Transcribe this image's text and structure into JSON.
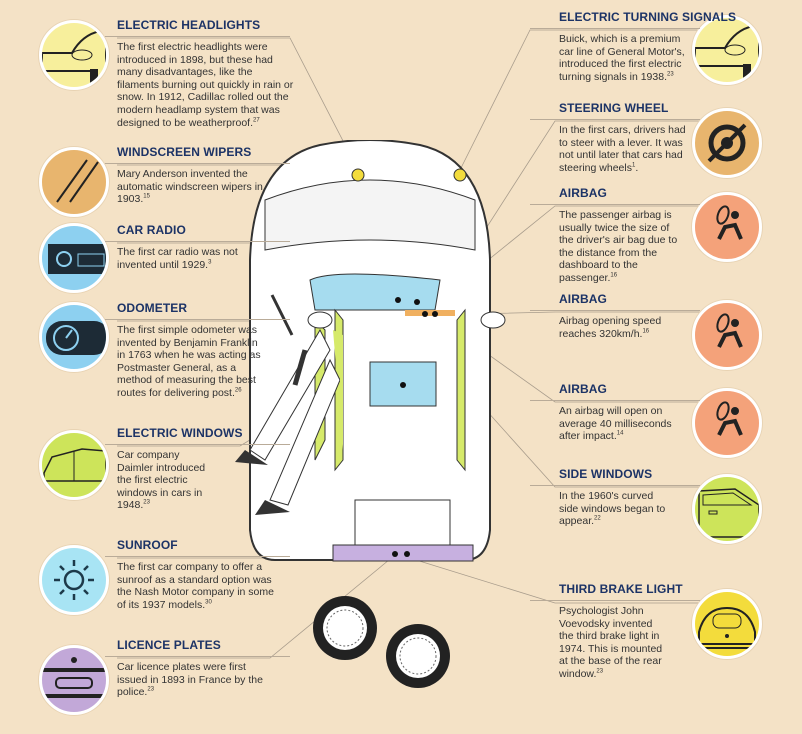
{
  "left": [
    {
      "title": "ELECTRIC HEADLIGHTS",
      "text": "The first electric headlights were introduced in 1898, but these had many disadvantages, like the filaments burning out quickly in rain or snow. In 1912, Cadillac rolled out the modern headlamp system that was designed to be weatherproof.",
      "note": "27",
      "color": "#f7ef9c",
      "icon": "car-front-icon"
    },
    {
      "title": "WINDSCREEN WIPERS",
      "text": "Mary Anderson invented the automatic windscreen wipers in 1903.",
      "note": "15",
      "color": "#e8b56e",
      "icon": "wipers-icon"
    },
    {
      "title": "CAR RADIO",
      "text": "The first car radio was not invented until 1929.",
      "note": "3",
      "color": "#8dd0f0",
      "icon": "radio-icon"
    },
    {
      "title": "ODOMETER",
      "text": "The first simple odometer was invented by Benjamin Franklin in 1763 when he was acting as Postmaster General, as a method of measuring the best routes for delivering post.",
      "note": "26",
      "color": "#8dd0f0",
      "icon": "speedometer-icon"
    },
    {
      "title": "ELECTRIC WINDOWS",
      "text": "Car company Daimler introduced the first electric windows in cars in 1948.",
      "note": "23",
      "color": "#cde45a",
      "icon": "car-door-icon"
    },
    {
      "title": "SUNROOF",
      "text": "The first car company to offer a sunroof as a standard option was the Nash Motor company in some of its 1937 models.",
      "note": "30",
      "color": "#a8e4f4",
      "icon": "sun-icon"
    },
    {
      "title": "LICENCE PLATES",
      "text": "Car licence plates were first issued in 1893 in France by the police.",
      "note": "23",
      "color": "#c2a8d8",
      "icon": "licence-plate-icon"
    }
  ],
  "right": [
    {
      "title": "ELECTRIC TURNING SIGNALS",
      "text": "Buick, which is a premium car line of General Motor's, introduced the first electric turning signals in 1938.",
      "note": "23",
      "color": "#f7ef9c",
      "icon": "car-front-icon"
    },
    {
      "title": "STEERING WHEEL",
      "text": "In the first cars, drivers had to steer with a lever. It was not until later that cars had steering wheels",
      "note": "1",
      "suffix": ".",
      "color": "#e8b56e",
      "icon": "steering-wheel-icon"
    },
    {
      "title": "AIRBAG",
      "text": "The passenger airbag is usually twice the size of the driver's air bag due to the distance from the dashboard to the passenger.",
      "note": "16",
      "color": "#f4a27a",
      "icon": "airbag-icon"
    },
    {
      "title": "AIRBAG",
      "text": "Airbag opening speed reaches 320km/h.",
      "note": "16",
      "color": "#f4a27a",
      "icon": "airbag-icon"
    },
    {
      "title": "AIRBAG",
      "text": "An airbag will open on average 40 milliseconds after impact.",
      "note": "14",
      "color": "#f4a27a",
      "icon": "airbag-icon"
    },
    {
      "title": "SIDE WINDOWS",
      "text": "In the 1960's curved side windows began to appear.",
      "note": "22",
      "color": "#cde45a",
      "icon": "side-window-icon"
    },
    {
      "title": "THIRD BRAKE LIGHT",
      "text": "Psychologist John Voevodsky invented the third brake light in 1974. This is mounted at the base of the rear window.",
      "note": "23",
      "color": "#f3dc3c",
      "icon": "car-rear-icon"
    }
  ]
}
